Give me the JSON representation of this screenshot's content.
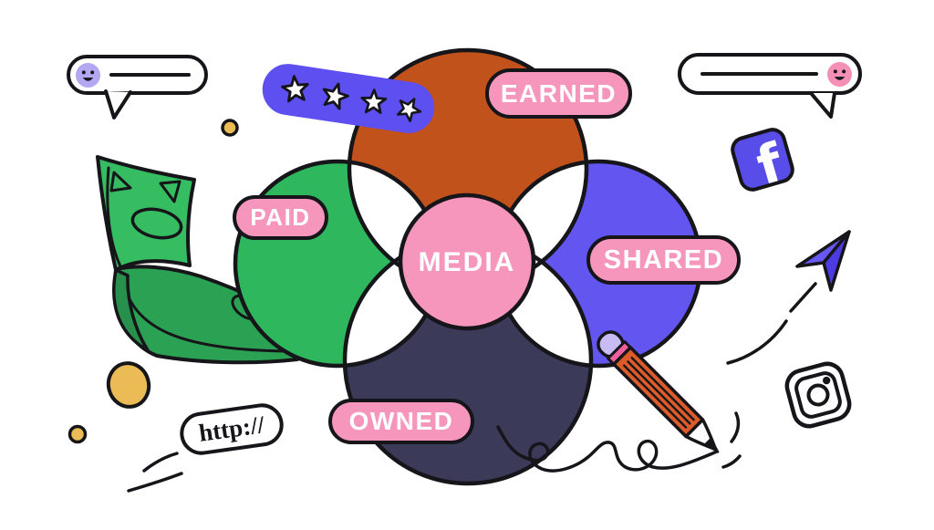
{
  "illustration": {
    "alt": "Venn diagram illustration of media types"
  },
  "venn": {
    "center_label": "MEDIA",
    "center_color": "#F796BC",
    "outline_color": "#15151A",
    "label_pill_color": "#F796BC",
    "regions": [
      {
        "id": "earned",
        "label": "EARNED",
        "position": "top",
        "color": "#C2521B"
      },
      {
        "id": "paid",
        "label": "PAID",
        "position": "left",
        "color": "#2FB75D"
      },
      {
        "id": "shared",
        "label": "SHARED",
        "position": "right",
        "color": "#6255F0"
      },
      {
        "id": "owned",
        "label": "OWNED",
        "position": "bottom",
        "color": "#3B3A58"
      }
    ]
  },
  "badges": {
    "url_label": "http://"
  },
  "rating_badge": {
    "star_count": 4,
    "color": "#5D4FF0",
    "star_color": "#FFFFFF"
  },
  "icons": {
    "facebook_glyph": "f",
    "list": [
      "speech-bubble-icon",
      "star-rating-icon",
      "facebook-icon",
      "paper-plane-icon",
      "instagram-icon",
      "money-icon",
      "pencil-icon",
      "scribble-icon",
      "url-icon"
    ]
  },
  "accents": {
    "yellow_dot": "#EBBB55",
    "pencil_orange": "#DC5B28",
    "money_green_light": "#36BD62",
    "money_green_dark": "#2BA153",
    "plane_purple": "#6758F3",
    "plane_purple_dark": "#4C3BE0",
    "facebook_blue": "#584DE8",
    "eraser_lavender": "#C9BCF5",
    "eraser_band_pink": "#EE5F9E"
  }
}
